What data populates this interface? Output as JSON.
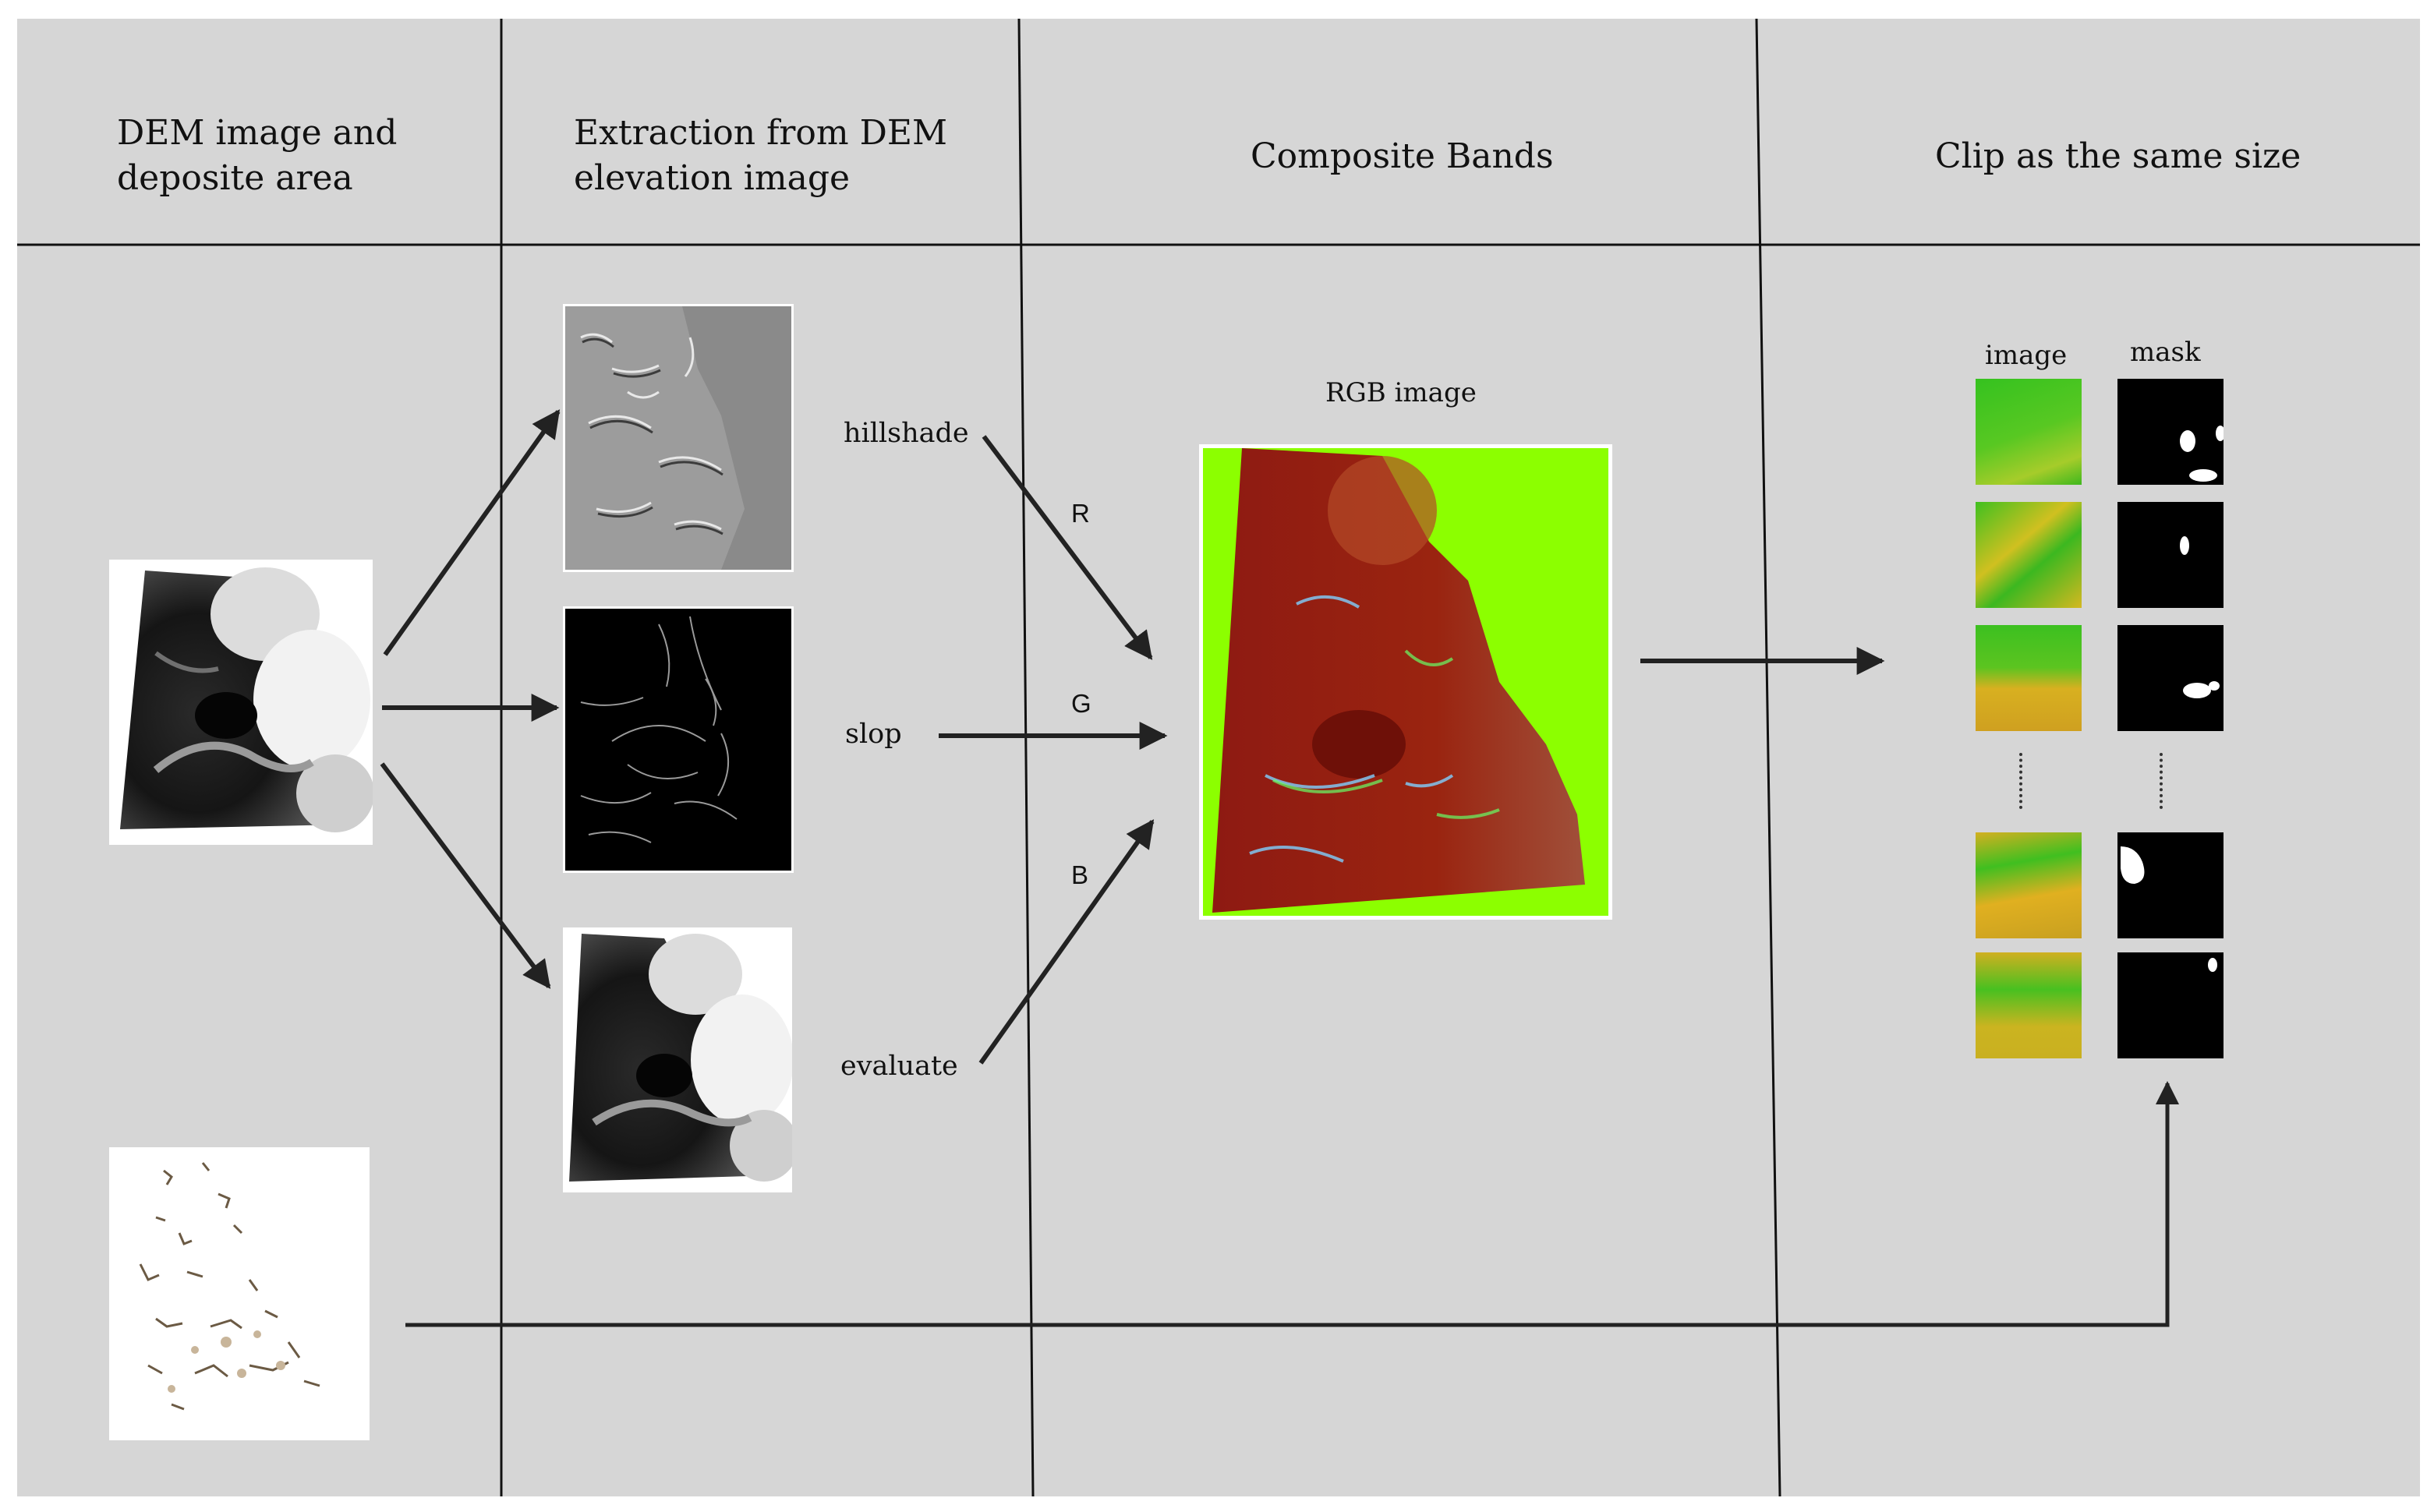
{
  "headers": {
    "col1": [
      "DEM image and",
      "deposite area"
    ],
    "col2": [
      "Extraction from DEM",
      "elevation image"
    ],
    "col3": "Composite Bands",
    "col4": "Clip as the same size"
  },
  "layers": {
    "hillshade": "hillshade",
    "slope": "slop",
    "elevation": "evaluate"
  },
  "bands": {
    "red": "R",
    "green": "G",
    "blue": "B"
  },
  "composite": {
    "title": "RGB image"
  },
  "output": {
    "image_label": "image",
    "mask_label": "mask"
  },
  "colors": {
    "panel_bg": "#d6d6d6",
    "rgb_background": "#8cff00",
    "rgb_terrain": "#9a1a10",
    "arrow": "#222222"
  }
}
